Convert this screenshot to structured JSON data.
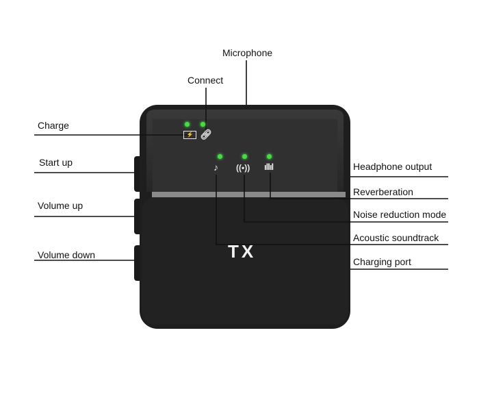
{
  "device": {
    "model_label": "TX"
  },
  "labels": {
    "microphone": "Microphone",
    "connect": "Connect",
    "charge": "Charge",
    "start_up": "Start up",
    "volume_up": "Volume up",
    "volume_down": "Volume down",
    "headphone_output": "Headphone output",
    "reverberation": "Reverberation",
    "noise_reduction_mode": "Noise reduction mode",
    "acoustic_soundtrack": "Acoustic soundtrack",
    "charging_port": "Charging port"
  },
  "colors": {
    "led": "#3ee23a",
    "body": "#1c1c1c",
    "panel": "#2e2e2e",
    "stripe": "#8a8a8a"
  }
}
